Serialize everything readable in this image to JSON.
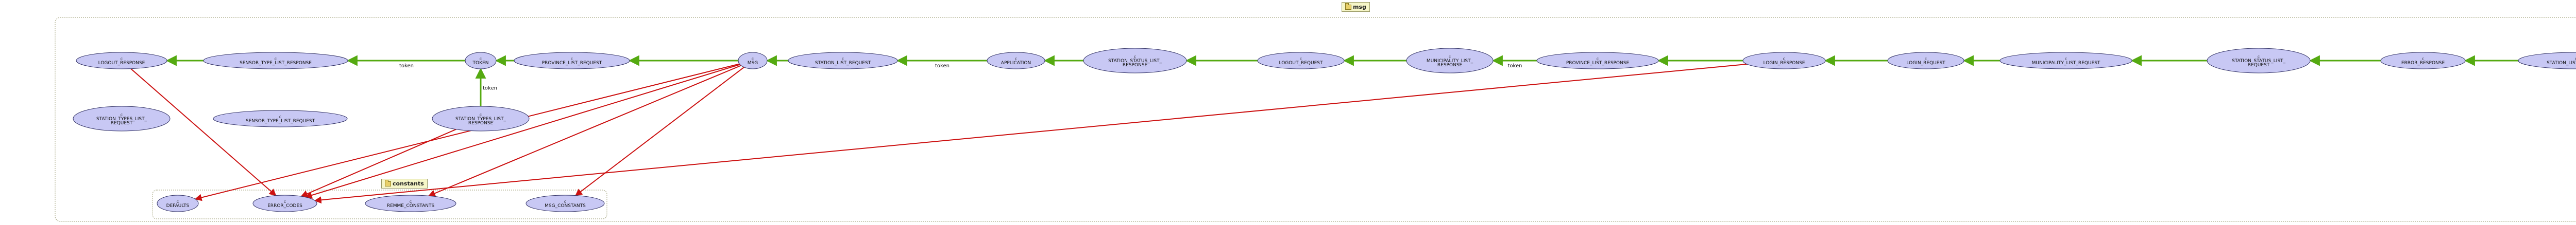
{
  "packages": {
    "msg": {
      "label": "msg",
      "icon": "package-icon"
    },
    "constants": {
      "label": "constants",
      "icon": "package-icon"
    }
  },
  "nodes": [
    {
      "id": "logout_response",
      "stereo": "C",
      "label": [
        "LOGOUT_RESPONSE"
      ]
    },
    {
      "id": "sensor_type_list_response",
      "stereo": "C",
      "label": [
        "SENSOR_TYPE_LIST_RESPONSE"
      ]
    },
    {
      "id": "token",
      "stereo": "C",
      "label": [
        "TOKEN"
      ]
    },
    {
      "id": "province_list_request",
      "stereo": "C",
      "label": [
        "PROVINCE_LIST_REQUEST"
      ]
    },
    {
      "id": "msg",
      "stereo": "C",
      "label": [
        "MSG"
      ]
    },
    {
      "id": "station_list_request",
      "stereo": "C",
      "label": [
        "STATION_LIST_REQUEST"
      ]
    },
    {
      "id": "application",
      "stereo": "C",
      "label": [
        "APPLICATION"
      ]
    },
    {
      "id": "station_status_list_response",
      "stereo": "C",
      "label": [
        "STATION_STATUS_LIST_",
        "RESPONSE"
      ]
    },
    {
      "id": "logout_request",
      "stereo": "C",
      "label": [
        "LOGOUT_REQUEST"
      ]
    },
    {
      "id": "municipality_list_response",
      "stereo": "C",
      "label": [
        "MUNICIPALITY_LIST_",
        "RESPONSE"
      ]
    },
    {
      "id": "province_list_response",
      "stereo": "C",
      "label": [
        "PROVINCE_LIST_RESPONSE"
      ]
    },
    {
      "id": "login_response",
      "stereo": "C",
      "label": [
        "LOGIN_RESPONSE"
      ]
    },
    {
      "id": "login_request",
      "stereo": "C",
      "label": [
        "LOGIN_REQUEST"
      ]
    },
    {
      "id": "municipality_list_request",
      "stereo": "C",
      "label": [
        "MUNICIPALITY_LIST_REQUEST"
      ]
    },
    {
      "id": "station_status_list_request",
      "stereo": "C",
      "label": [
        "STATION_STATUS_LIST_",
        "REQUEST"
      ]
    },
    {
      "id": "error_response",
      "stereo": "C",
      "label": [
        "ERROR_RESPONSE"
      ]
    },
    {
      "id": "station_list_response",
      "stereo": "C",
      "label": [
        "STATION_LIST_RESPONSE"
      ]
    },
    {
      "id": "station_types_list_request",
      "stereo": "C",
      "label": [
        "STATION_TYPES_LIST_",
        "REQUEST"
      ]
    },
    {
      "id": "sensor_type_list_request",
      "stereo": "C",
      "label": [
        "SENSOR_TYPE_LIST_REQUEST"
      ]
    },
    {
      "id": "station_types_list_response",
      "stereo": "C",
      "label": [
        "STATION_TYPES_LIST_",
        "RESPONSE"
      ]
    },
    {
      "id": "defaults",
      "stereo": "C",
      "label": [
        "DEFAULTS"
      ]
    },
    {
      "id": "error_codes",
      "stereo": "C",
      "label": [
        "ERROR_CODES"
      ]
    },
    {
      "id": "remme_constants",
      "stereo": "C",
      "label": [
        "REMME_CONSTANTS"
      ]
    },
    {
      "id": "msg_constants",
      "stereo": "C",
      "label": [
        "MSG_CONSTANTS"
      ]
    }
  ],
  "edges": [
    {
      "from": "sensor_type_list_response",
      "to": "logout_response",
      "kind": "green",
      "label": ""
    },
    {
      "from": "token",
      "to": "sensor_type_list_response",
      "kind": "green",
      "label": "token"
    },
    {
      "from": "province_list_request",
      "to": "token",
      "kind": "green",
      "label": ""
    },
    {
      "from": "msg",
      "to": "province_list_request",
      "kind": "green",
      "label": ""
    },
    {
      "from": "station_list_request",
      "to": "msg",
      "kind": "green",
      "label": ""
    },
    {
      "from": "application",
      "to": "station_list_request",
      "kind": "green",
      "label": "token"
    },
    {
      "from": "station_status_list_response",
      "to": "application",
      "kind": "green",
      "label": ""
    },
    {
      "from": "logout_request",
      "to": "station_status_list_response",
      "kind": "green",
      "label": ""
    },
    {
      "from": "municipality_list_response",
      "to": "logout_request",
      "kind": "green",
      "label": ""
    },
    {
      "from": "province_list_response",
      "to": "municipality_list_response",
      "kind": "green",
      "label": "token"
    },
    {
      "from": "login_response",
      "to": "province_list_response",
      "kind": "green",
      "label": ""
    },
    {
      "from": "login_request",
      "to": "login_response",
      "kind": "green",
      "label": ""
    },
    {
      "from": "municipality_list_request",
      "to": "login_request",
      "kind": "green",
      "label": ""
    },
    {
      "from": "station_status_list_request",
      "to": "municipality_list_request",
      "kind": "green",
      "label": ""
    },
    {
      "from": "error_response",
      "to": "station_status_list_request",
      "kind": "green",
      "label": ""
    },
    {
      "from": "station_list_response",
      "to": "error_response",
      "kind": "green",
      "label": ""
    },
    {
      "from": "station_types_list_response",
      "to": "token",
      "kind": "green",
      "label": "token"
    },
    {
      "from": "logout_response",
      "to": "error_codes",
      "kind": "red",
      "label": ""
    },
    {
      "from": "msg",
      "to": "defaults",
      "kind": "red",
      "label": ""
    },
    {
      "from": "msg",
      "to": "error_codes",
      "kind": "red",
      "label": ""
    },
    {
      "from": "msg",
      "to": "remme_constants",
      "kind": "red",
      "label": ""
    },
    {
      "from": "msg",
      "to": "msg_constants",
      "kind": "red",
      "label": ""
    },
    {
      "from": "login_response",
      "to": "error_codes",
      "kind": "red",
      "label": ""
    },
    {
      "from": "station_types_list_response",
      "to": "error_codes",
      "kind": "red",
      "label": ""
    }
  ],
  "colors": {
    "node_fill": "#c8c8f4",
    "node_stroke": "#333366",
    "green_edge": "#55aa11",
    "red_edge": "#cc1111",
    "package_border": "#aaaa88",
    "text": "#111111"
  }
}
